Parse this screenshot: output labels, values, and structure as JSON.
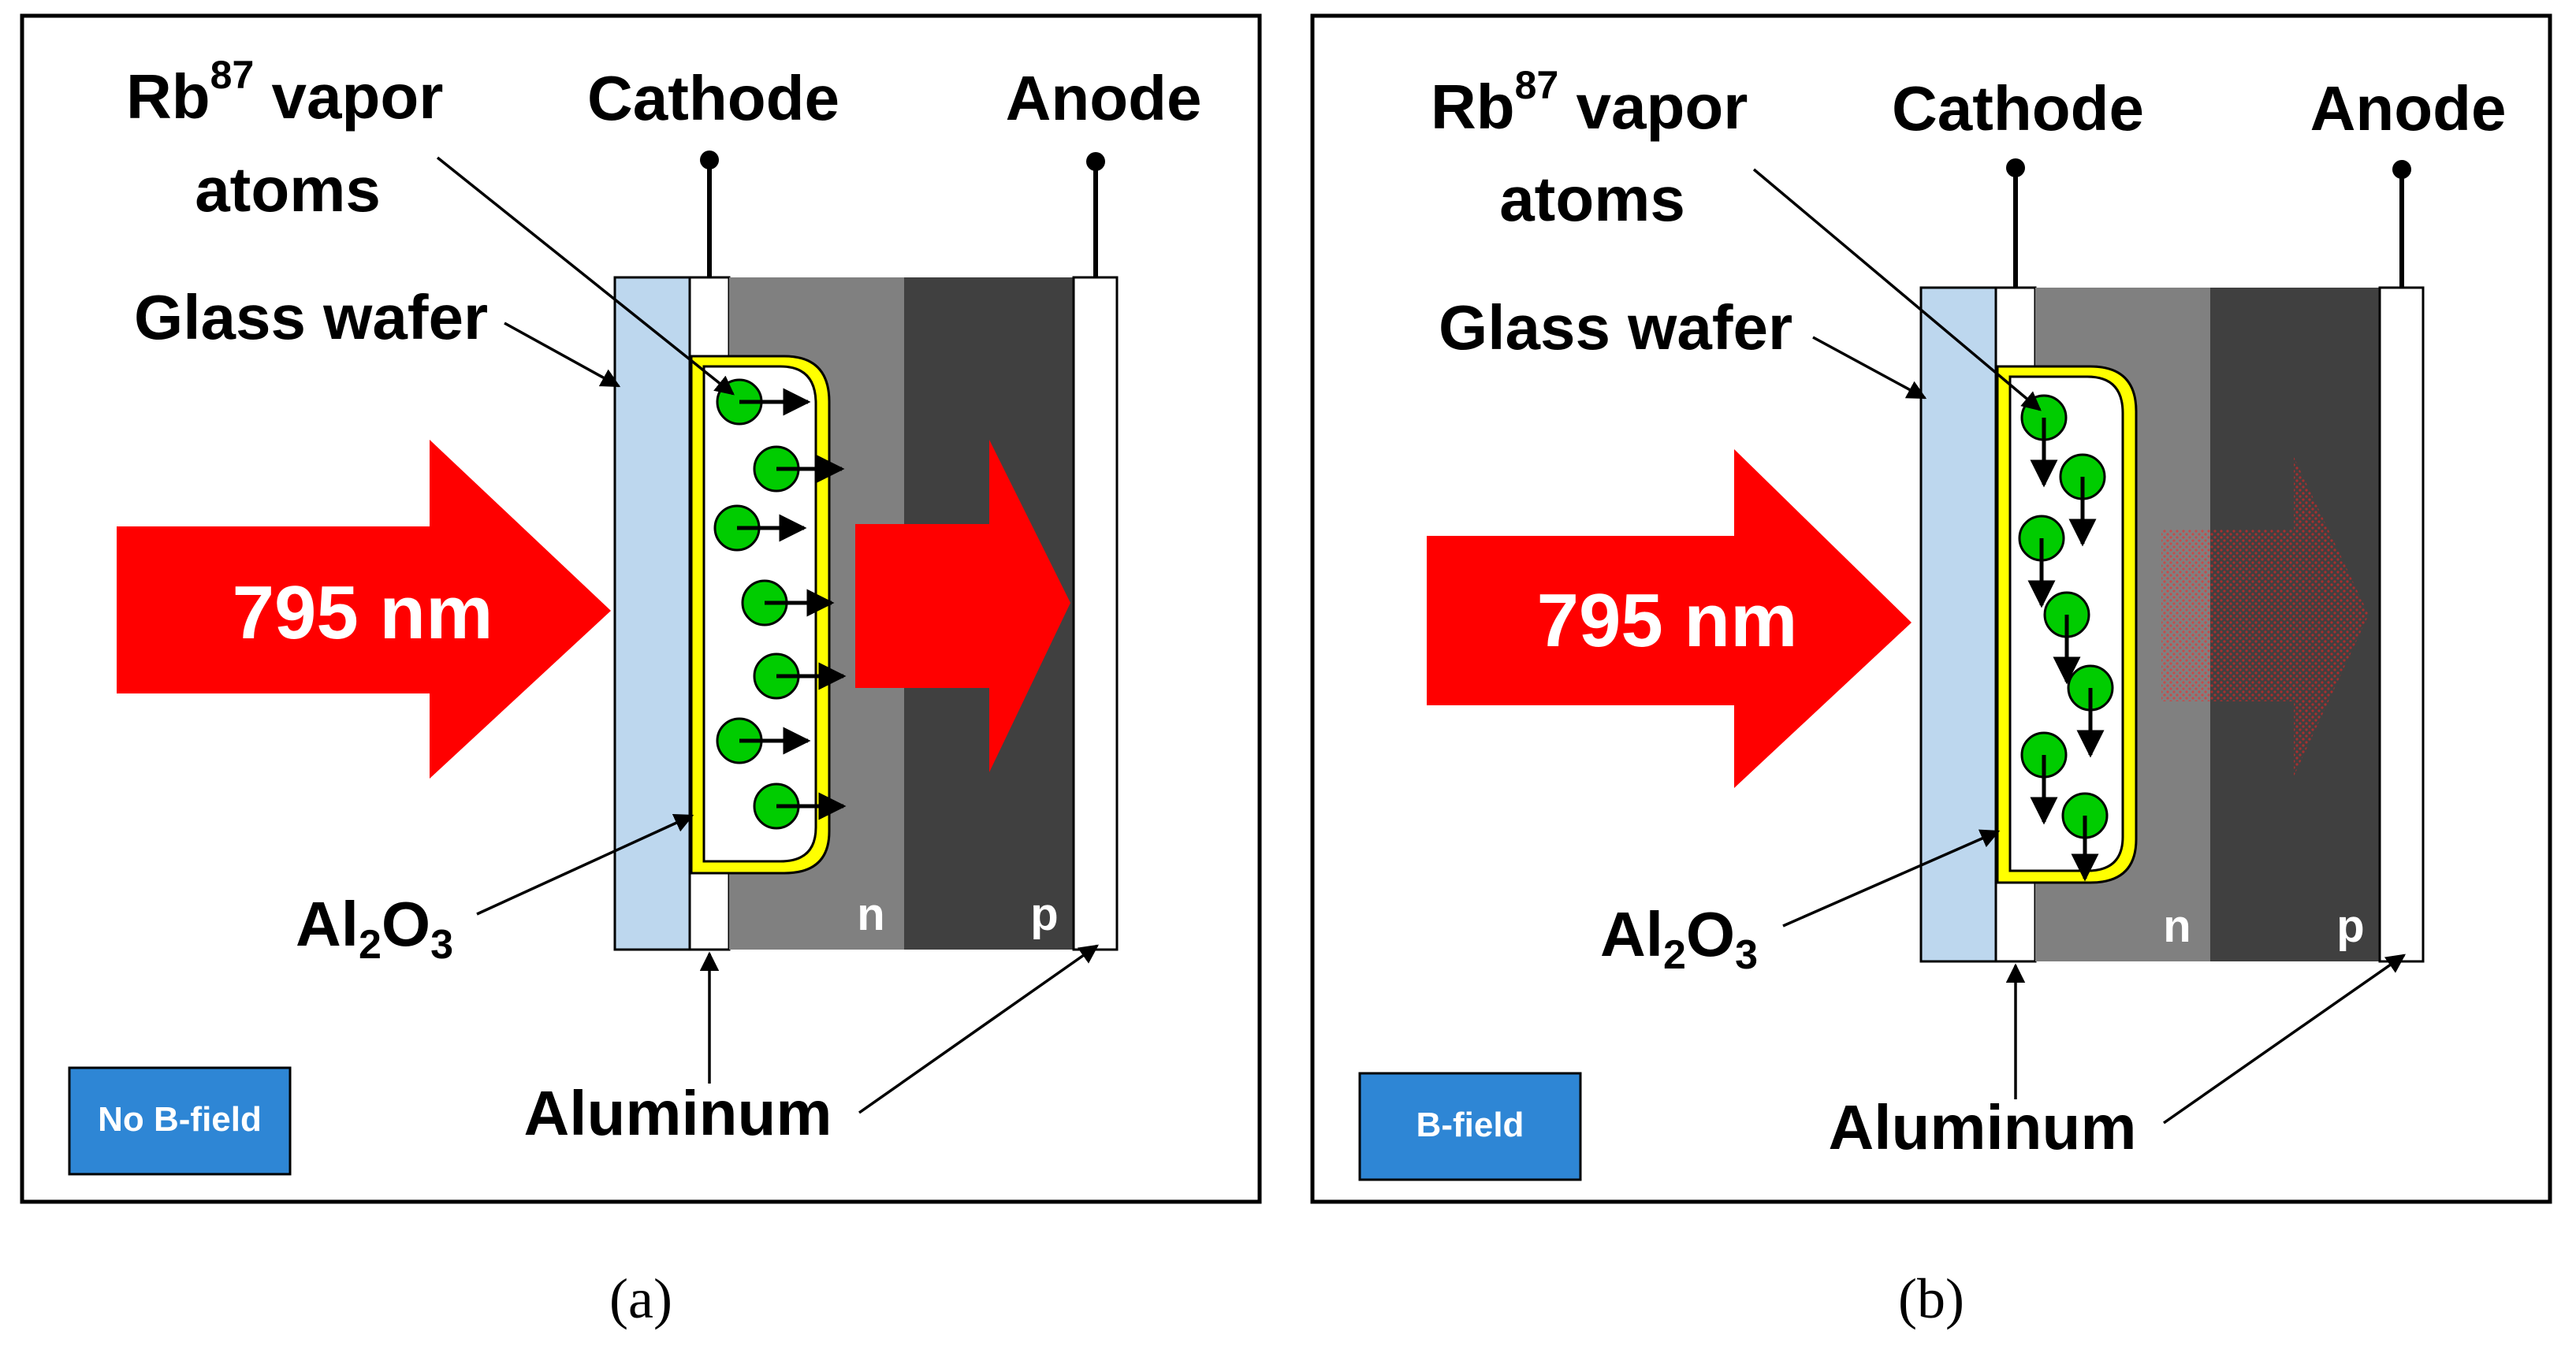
{
  "colors": {
    "laser": "#ff0000",
    "glass": "#bdd7ee",
    "n_layer": "#808080",
    "p_layer": "#404040",
    "oxide": "#ffff00",
    "atom": "#00cc00",
    "badge": "#2e86d5"
  },
  "panels": [
    {
      "id": "a",
      "caption": "(a)",
      "rb_label": "Rb",
      "rb_sup": "87",
      "rb_tail": " vapor",
      "rb_line2": "atoms",
      "cathode": "Cathode",
      "anode": "Anode",
      "glass": "Glass wafer",
      "al2o3_a": "Al",
      "al2o3_b": "2",
      "al2o3_c": "O",
      "al2o3_d": "3",
      "aluminum": "Aluminum",
      "n": "n",
      "p": "p",
      "wavelength": "795 nm",
      "badge": "No B-field",
      "transmitted": "strong",
      "spin_direction": "right"
    },
    {
      "id": "b",
      "caption": "(b)",
      "rb_label": "Rb",
      "rb_sup": "87",
      "rb_tail": " vapor",
      "rb_line2": "atoms",
      "cathode": "Cathode",
      "anode": "Anode",
      "glass": "Glass wafer",
      "al2o3_a": "Al",
      "al2o3_b": "2",
      "al2o3_c": "O",
      "al2o3_d": "3",
      "aluminum": "Aluminum",
      "n": "n",
      "p": "p",
      "wavelength": "795 nm",
      "badge": "B-field",
      "transmitted": "faint",
      "spin_direction": "down"
    }
  ]
}
